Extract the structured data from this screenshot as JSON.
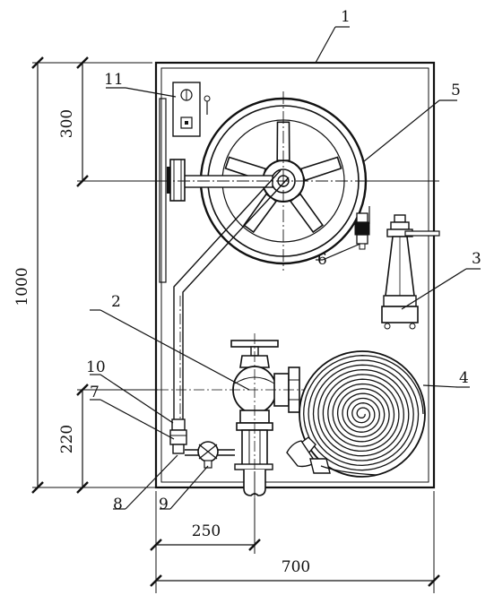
{
  "callouts": [
    "1",
    "2",
    "3",
    "4",
    "5",
    "6",
    "7",
    "8",
    "9",
    "10",
    "11"
  ],
  "dimensions": {
    "height_total": "1000",
    "height_top": "300",
    "height_bottom": "220",
    "width_inner": "250",
    "width_total": "700"
  }
}
